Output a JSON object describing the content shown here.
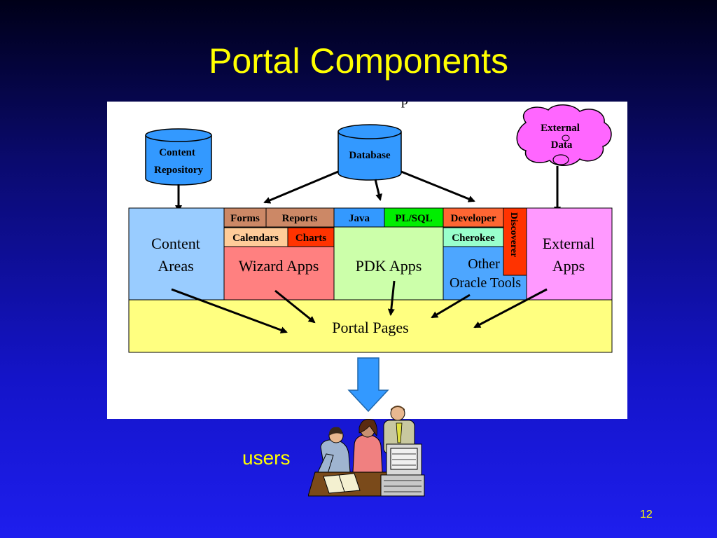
{
  "slide": {
    "title": "Portal Components",
    "users_label": "users",
    "page_number": "12"
  },
  "diagram": {
    "sources": {
      "content_repository_line1": "Content",
      "content_repository_line2": "Repository",
      "database": "Database",
      "external_data_line1": "External",
      "external_data_line2": "Data"
    },
    "columns": {
      "content_areas_line1": "Content",
      "content_areas_line2": "Areas",
      "wizard_apps": "Wizard Apps",
      "pdk_apps": "PDK Apps",
      "other_line1": "Other",
      "other_line2": "Oracle Tools",
      "external_apps_line1": "External",
      "external_apps_line2": "Apps",
      "portal_pages": "Portal Pages"
    },
    "tags": {
      "forms": "Forms",
      "reports": "Reports",
      "java": "Java",
      "plsql": "PL/SQL",
      "developer": "Developer",
      "calendars": "Calendars",
      "charts": "Charts",
      "cherokee": "Cherokee",
      "discoverer": "Discoverer"
    },
    "colors": {
      "cylinder_blue": "#3399ff",
      "content_areas": "#99ccff",
      "wizard_apps": "#ff8080",
      "pdk_apps": "#ccffaa",
      "other_tools": "#4da6ff",
      "external_apps": "#ff99ff",
      "portal_pages": "#ffff80",
      "forms_tag": "#cc8866",
      "calendars_tag": "#ffcc99",
      "charts_tag": "#ff3300",
      "java_tag": "#3399ff",
      "plsql_tag": "#00ee00",
      "developer_tag": "#ff6633",
      "cherokee_tag": "#99ffcc",
      "discoverer_tag": "#ff3300",
      "cloud": "#ff66ff",
      "down_arrow": "#3399ff"
    }
  }
}
